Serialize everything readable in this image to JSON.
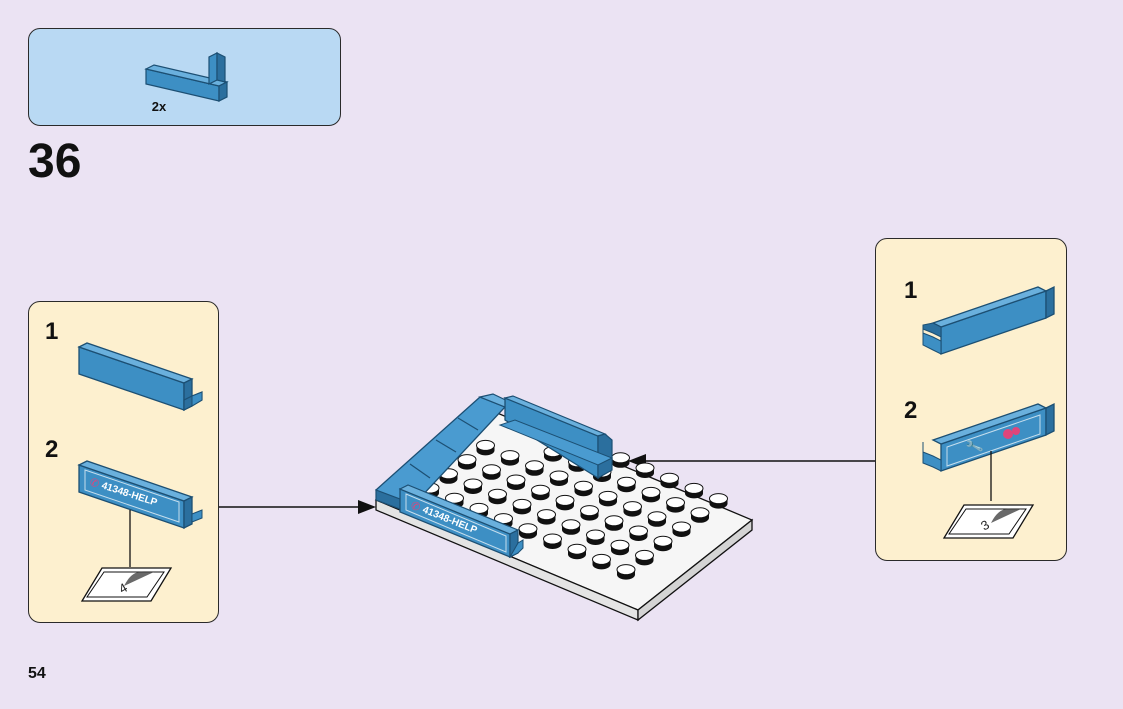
{
  "parts_list": {
    "quantity": "2x",
    "part_icon": "blue-wall-brick-icon"
  },
  "step": {
    "number": "36"
  },
  "callout_left": {
    "sub_steps": [
      {
        "number": "1"
      },
      {
        "number": "2"
      }
    ],
    "sticker_text": "41348-HELP",
    "sticker_icon": "phone-icon",
    "sticker_sheet_number": "4"
  },
  "callout_right": {
    "sub_steps": [
      {
        "number": "1"
      },
      {
        "number": "2"
      }
    ],
    "sticker_icon": "wrench-icon",
    "sticker_sheet_number": "3"
  },
  "model": {
    "sticker_text": "41348-HELP"
  },
  "page": {
    "number": "54"
  },
  "colors": {
    "background": "#ebe3f3",
    "parts_box": "#b9d9f3",
    "callout": "#fdf0cf",
    "brick_blue": "#3d8fc4",
    "brick_blue_dark": "#2b6f9e",
    "sticker_pink": "#e0457b"
  }
}
